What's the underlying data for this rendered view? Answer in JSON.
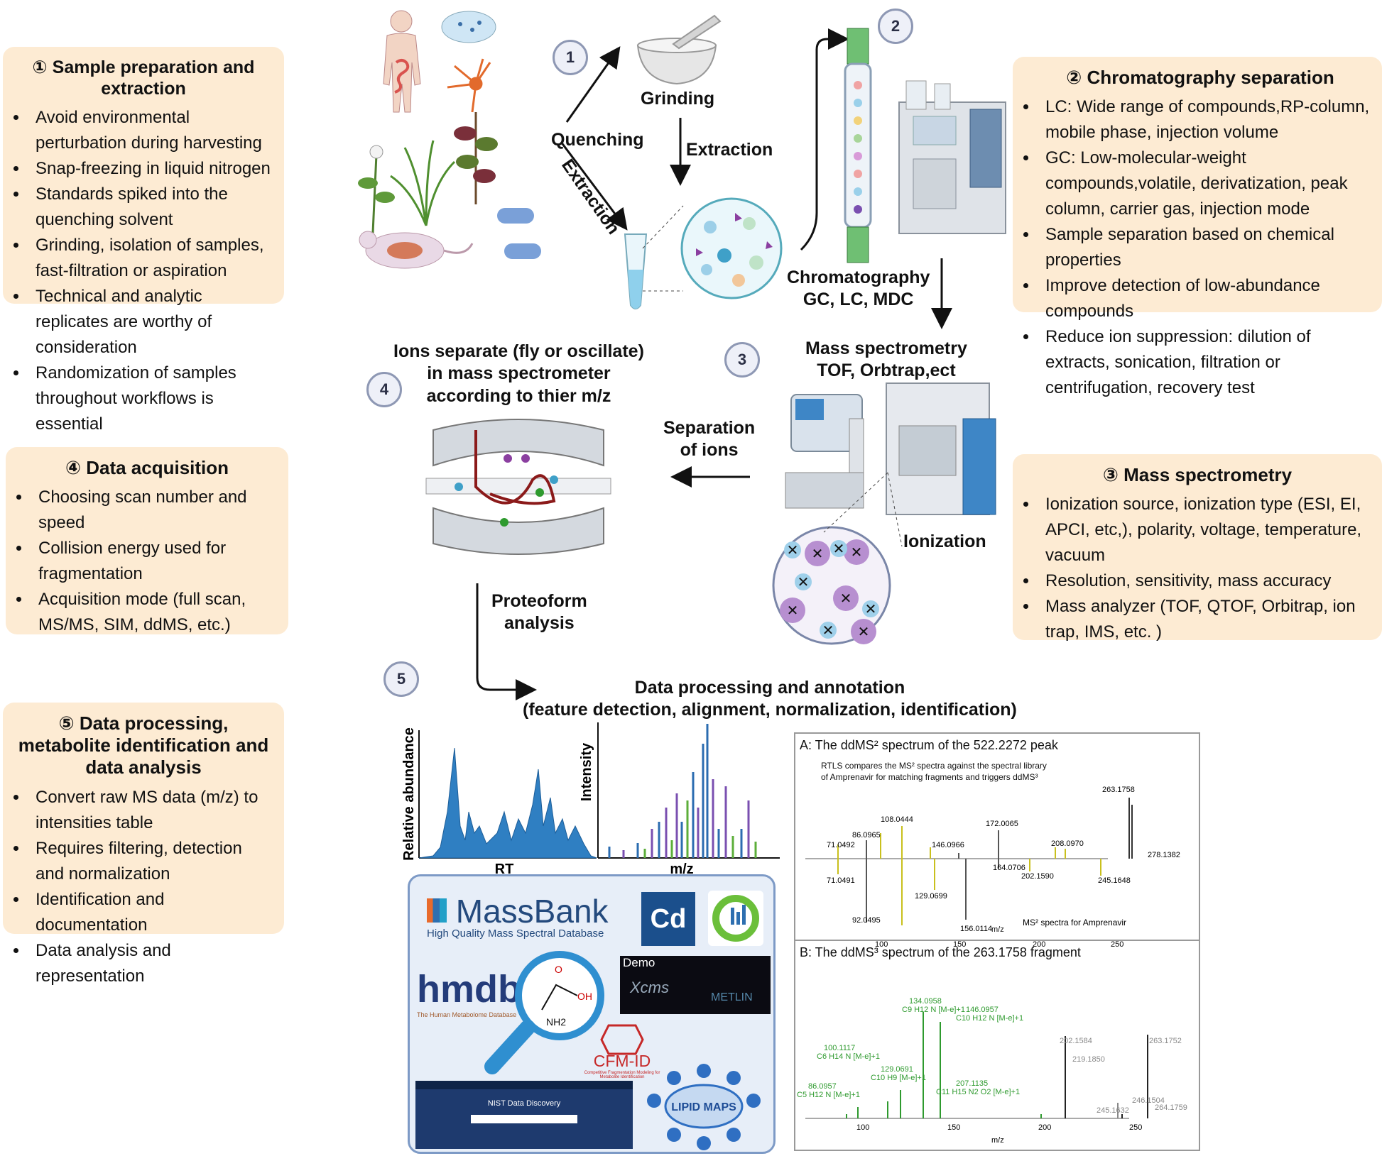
{
  "boxes": {
    "b1": {
      "title": "① Sample preparation and extraction",
      "items": [
        "Avoid environmental perturbation  during harvesting",
        "Snap-freezing in liquid nitrogen",
        "Standards spiked  into the quenching solvent",
        "Grinding, isolation of samples, fast-filtration or aspiration",
        "Technical and analytic replicates are worthy of consideration",
        "Randomization of samples throughout workflows is essential"
      ]
    },
    "b2": {
      "title": "② Chromatography separation",
      "items": [
        "LC: Wide range of compounds,RP-column, mobile phase, injection volume",
        "GC: Low-molecular-weight compounds,volatile, derivatization, peak column, carrier gas, injection mode",
        "Sample separation based on chemical properties",
        "Improve detection of low-abundance compounds",
        "Reduce ion suppression: dilution of extracts, sonication, filtration or centrifugation, recovery test"
      ]
    },
    "b3": {
      "title": "③ Mass spectrometry",
      "items": [
        "Ionization source, ionization type (ESI, EI, APCI, etc,), polarity, voltage, temperature, vacuum",
        "Resolution, sensitivity, mass accuracy",
        "Mass analyzer (TOF, QTOF, Orbitrap, ion trap, IMS, etc. )"
      ]
    },
    "b4": {
      "title": "④ Data acquisition",
      "items": [
        "Choosing scan number and speed",
        "Collision energy used for fragmentation",
        "Acquisition mode (full scan, MS/MS, SIM, ddMS, etc.)"
      ]
    },
    "b5": {
      "title": "⑤ Data processing, metabolite identification and data analysis",
      "items": [
        "Convert raw MS data (m/z) to intensities table",
        "Requires filtering, detection and normalization",
        "Identification and documentation",
        "Data analysis and representation"
      ]
    }
  },
  "steps": [
    "1",
    "2",
    "3",
    "4",
    "5"
  ],
  "labels": {
    "grinding": "Grinding",
    "quenching": "Quenching",
    "extraction_right": "Extraction",
    "extraction_diag": "Extraction",
    "chromatography": "Chromatography\nGC, LC, MDC",
    "mass_spec": "Mass spectrometry\nTOF, Orbtrap,ect",
    "ions_separate": "Ions separate (fly or oscillate)\nin mass spectrometer\naccording to thier m/z",
    "separation": "Separation\nof ions",
    "ionization": "Ionization",
    "proteoform": "Proteoform\nanalysis",
    "data_processing": "Data processing and annotation\n(feature detection, alignment, normalization, identification)"
  },
  "mini_charts": {
    "left": {
      "ylabel": "Relative abundance",
      "xlabel": "RT"
    },
    "right": {
      "ylabel": "Intensity",
      "xlabel": "m/z"
    }
  },
  "databases": {
    "massbank": "MassBank",
    "massbank_sub": "High Quality Mass Spectral Database",
    "cd": "Cd",
    "hmdb": "hmdb",
    "hmdb_sub": "The Human Metabolome Database",
    "demo": "Demo",
    "xcms": "Xcms",
    "metlin": "METLIN",
    "cfm": "CFM-ID",
    "cfm_sub": "Competitive Fragmentation Modeling for Metabolite Identification",
    "nist": "NIST Data Discovery",
    "lipid": "LIPID MAPS",
    "molecule_o": "O",
    "molecule_oh": "OH",
    "molecule_nh2": "NH2"
  },
  "spectrum_a": {
    "title": "A: The ddMS² spectrum of the 522.2272 peak",
    "note1": "RTLS compares the MS² spectra against the spectral library",
    "note2": "of Amprenavir for matching fragments and triggers ddMS³",
    "library_label": "MS² spectra for Amprenavir",
    "xlabel": "m/z",
    "xticks": [
      "100",
      "150",
      "200",
      "250"
    ],
    "peak_labels": [
      "263.1758",
      "108.0444",
      "172.0065",
      "86.0965",
      "71.0492",
      "146.0966",
      "208.0970",
      "278.1382",
      "71.0491",
      "164.0706",
      "202.1590",
      "245.1648",
      "129.0699",
      "92.0495",
      "156.0114"
    ]
  },
  "spectrum_b": {
    "title": "B: The ddMS³ spectrum of the 263.1758 fragment",
    "xlabel": "m/z",
    "xticks": [
      "100",
      "150",
      "200",
      "250"
    ],
    "annotations": [
      "134.0958",
      "C9 H12 N [M-e]+1",
      "146.0957",
      "C10 H12 N [M-e]+1",
      "100.1117",
      "C6 H14 N [M-e]+1",
      "129.0691",
      "C10 H9 [M-e]+1",
      "86.0957",
      "C5 H12 N [M-e]+1",
      "207.1135",
      "C11 H15 N2 O2 [M-e]+1",
      "202.1584",
      "219.1850",
      "263.1752",
      "246.1504",
      "245.1632",
      "264.1759"
    ]
  },
  "colors": {
    "box_bg": "#fdebd3",
    "step_border": "#8e98b4",
    "db_panel_bg": "#e7eef8",
    "db_panel_border": "#7d9ac6",
    "chart_blue": "#2b6cb0",
    "bar_purple": "#7a4fb0",
    "bar_green": "#5cae3a",
    "spectrum_yellow": "#c9c01d",
    "spectrum_green": "#2e9a2e"
  }
}
